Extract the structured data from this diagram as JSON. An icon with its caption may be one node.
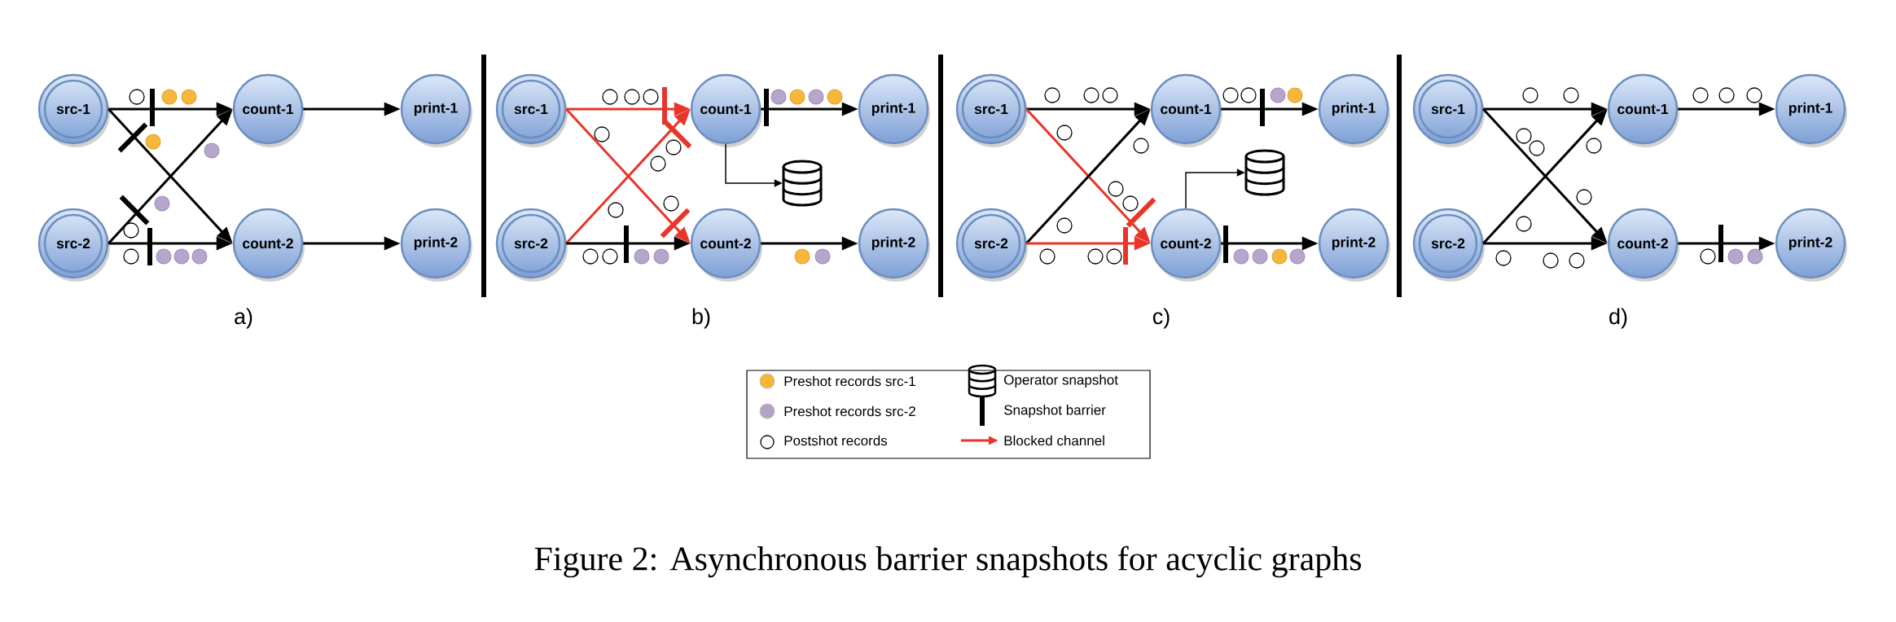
{
  "diagram": {
    "caption": "Figure 2: Asynchronous barrier snapshots for acyclic graphs",
    "nodes": [
      {
        "text": [
          "src-1"
        ]
      },
      {
        "text": [
          "src-2"
        ]
      },
      {
        "text": [
          "count-1"
        ]
      },
      {
        "text": [
          "count-2"
        ]
      },
      {
        "text": [
          "print-1"
        ]
      },
      {
        "text": [
          "print-2"
        ]
      },
      {
        "text": [
          "src-1"
        ]
      },
      {
        "text": [
          "src-2"
        ]
      },
      {
        "text": [
          "count-1"
        ]
      },
      {
        "text": [
          "count-2"
        ]
      },
      {
        "text": [
          "print-1"
        ]
      },
      {
        "text": [
          "print-2"
        ]
      },
      {
        "text": [],
        "shape": "cylinder"
      },
      {
        "text": [
          "src-1"
        ]
      },
      {
        "text": [
          "src-2"
        ]
      },
      {
        "text": [
          "count-1"
        ]
      },
      {
        "text": [
          "count-2"
        ]
      },
      {
        "text": [
          "print-1"
        ]
      },
      {
        "text": [
          "print-2"
        ]
      },
      {
        "text": [],
        "shape": "cylinder"
      },
      {
        "text": [
          "src-1"
        ]
      },
      {
        "text": [
          "src-2"
        ]
      },
      {
        "text": [
          "count-1"
        ]
      },
      {
        "text": [
          "count-2"
        ]
      },
      {
        "text": [
          "print-1"
        ]
      },
      {
        "text": [
          "print-2"
        ]
      }
    ],
    "edges": [
      {
        "from": 0,
        "to": 2,
        "arrow": "to"
      },
      {
        "from": 0,
        "to": 3,
        "arrow": "to"
      },
      {
        "from": 1,
        "to": 2,
        "arrow": "to"
      },
      {
        "from": 1,
        "to": 3,
        "arrow": "to"
      },
      {
        "from": 2,
        "to": 4,
        "arrow": "to"
      },
      {
        "from": 3,
        "to": 5,
        "arrow": "to"
      },
      {
        "from": 6,
        "to": 8,
        "arrow": "to",
        "color": "#e8352a"
      },
      {
        "from": 6,
        "to": 9,
        "arrow": "to",
        "color": "#e8352a"
      },
      {
        "from": 7,
        "to": 8,
        "arrow": "to",
        "color": "#e8352a"
      },
      {
        "from": 7,
        "to": 9,
        "arrow": "to"
      },
      {
        "from": 8,
        "to": 10,
        "arrow": "to"
      },
      {
        "from": 9,
        "to": 11,
        "arrow": "to"
      },
      {
        "from": 8,
        "to": 12,
        "arrow": "to"
      },
      {
        "from": 13,
        "to": 15,
        "arrow": "to"
      },
      {
        "from": 13,
        "to": 16,
        "arrow": "to",
        "color": "#e8352a"
      },
      {
        "from": 14,
        "to": 15,
        "arrow": "to"
      },
      {
        "from": 14,
        "to": 16,
        "arrow": "to",
        "color": "#e8352a"
      },
      {
        "from": 15,
        "to": 17,
        "arrow": "to"
      },
      {
        "from": 16,
        "to": 18,
        "arrow": "to"
      },
      {
        "from": 16,
        "to": 19,
        "arrow": "to"
      },
      {
        "from": 20,
        "to": 22,
        "arrow": "to"
      },
      {
        "from": 20,
        "to": 23,
        "arrow": "to"
      },
      {
        "from": 21,
        "to": 22,
        "arrow": "to"
      },
      {
        "from": 21,
        "to": 23,
        "arrow": "to"
      },
      {
        "from": 22,
        "to": 24,
        "arrow": "to"
      },
      {
        "from": 23,
        "to": 25,
        "arrow": "to"
      }
    ],
    "labels": [
      "a)",
      "b)",
      "c)",
      "d)"
    ],
    "legend": [
      {
        "text": "Preshot records src-1",
        "color": "#f5b731"
      },
      {
        "text": "Preshot records src-2",
        "color": "#b3a2c8"
      },
      {
        "text": "Postshot records"
      },
      {
        "text": "Operator snapshot"
      },
      {
        "text": "Snapshot barrier"
      },
      {
        "text": "Blocked channel"
      }
    ]
  }
}
